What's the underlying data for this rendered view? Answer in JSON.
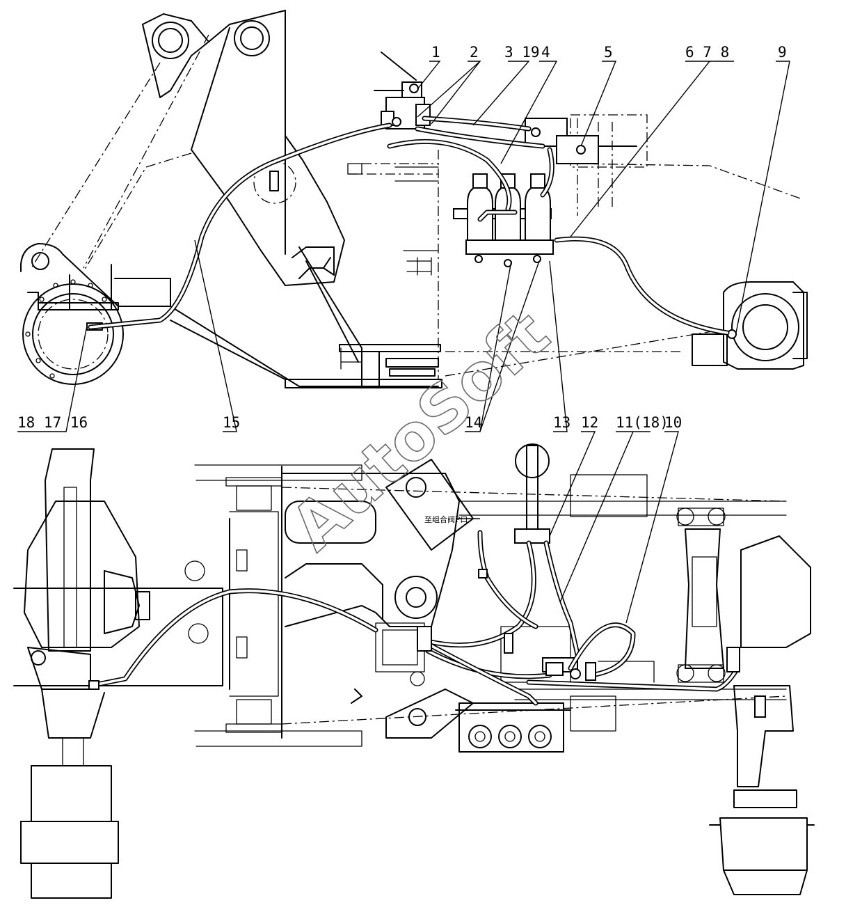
{
  "part_labels": {
    "p1": "1",
    "p2": "2",
    "p3_19": "3 19",
    "p4": "4",
    "p5": "5",
    "p6_7_8": "6 7 8",
    "p9": "9",
    "p18_17_16": "18 17 16",
    "p15": "15",
    "p14": "14",
    "p13": "13",
    "p12": "12",
    "p11_18": "11(18)",
    "p10": "10"
  },
  "annotation": {
    "port_note": "至组合阀P口"
  },
  "watermark": "AutoSoft",
  "colors": {
    "line": "#000000",
    "background": "#ffffff",
    "watermark_outline": "#6a6a6a"
  }
}
